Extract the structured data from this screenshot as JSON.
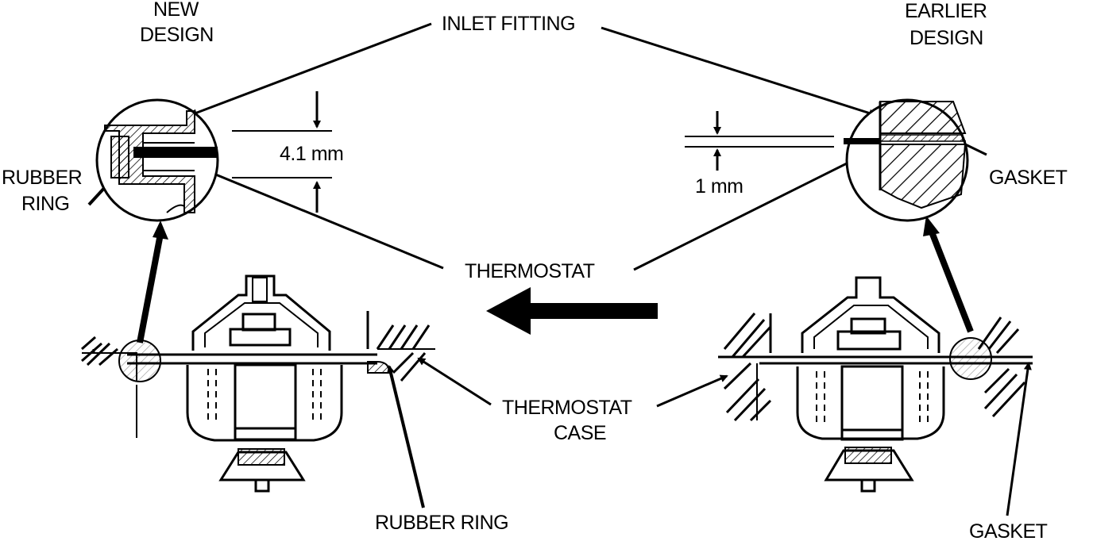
{
  "labels": {
    "new_design_line1": "NEW",
    "new_design_line2": "DESIGN",
    "inlet_fitting": "INLET FITTING",
    "earlier_design_line1": "EARLIER",
    "earlier_design_line2": "DESIGN",
    "rubber_ring_left_line1": "RUBBER",
    "rubber_ring_left_line2": "RING",
    "dim_new": "4.1 mm",
    "dim_earlier": "1 mm",
    "gasket_right": "GASKET",
    "thermostat": "THERMOSTAT",
    "thermostat_case_line1": "THERMOSTAT",
    "thermostat_case_line2": "CASE",
    "rubber_ring_bottom": "RUBBER RING",
    "gasket_bottom": "GASKET"
  }
}
